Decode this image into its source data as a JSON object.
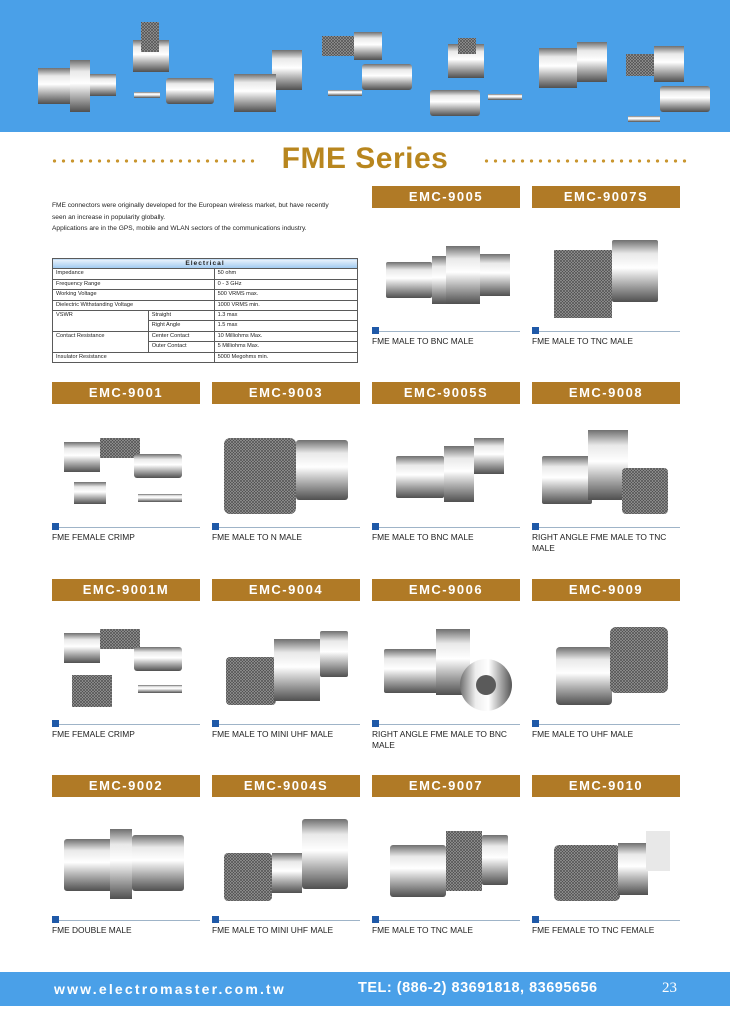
{
  "header": {
    "series_title": "FME Series"
  },
  "intro": {
    "line1": "FME connectors were originally developed for the European wireless market, but have recently",
    "line2": "seen an increase in popularity globally.",
    "line3": "Applications are in the GPS, mobile and WLAN sectors of the communications industry."
  },
  "electrical": {
    "heading": "Electrical",
    "impedance": {
      "label": "Impedance",
      "value": "50 ohm"
    },
    "frequency": {
      "label": "Frequency Range",
      "value": "0 - 3 GHz"
    },
    "voltage": {
      "label": "Working Voltage",
      "value": "500 VRMS max."
    },
    "dielectric": {
      "label": "Dielectric Withstanding Voltage",
      "value": "1000 VRMS min."
    },
    "vswr": {
      "label": "VSWR",
      "straight_label": "Straight",
      "straight_value": "1.3 max",
      "angle_label": "Right Angle",
      "angle_value": "1.5 max"
    },
    "contact": {
      "label": "Contact Resistance",
      "center_label": "Center Contact",
      "center_value": "10 Milliohms Max.",
      "outer_label": "Outer Contact",
      "outer_value": "5 Milliohms Max."
    },
    "insulator": {
      "label": "Insulator Resistance",
      "value": "5000 Megohms min."
    }
  },
  "products": [
    {
      "code": "EMC-9005",
      "desc": "FME MALE TO BNC MALE"
    },
    {
      "code": "EMC-9007S",
      "desc": "FME MALE TO TNC MALE"
    },
    {
      "code": "EMC-9001",
      "desc": "FME FEMALE CRIMP"
    },
    {
      "code": "EMC-9003",
      "desc": "FME MALE TO N MALE"
    },
    {
      "code": "EMC-9005S",
      "desc": "FME MALE TO BNC MALE"
    },
    {
      "code": "EMC-9008",
      "desc": "RIGHT ANGLE FME MALE TO TNC MALE"
    },
    {
      "code": "EMC-9001M",
      "desc": "FME FEMALE CRIMP"
    },
    {
      "code": "EMC-9004",
      "desc": "FME MALE TO MINI UHF MALE"
    },
    {
      "code": "EMC-9006",
      "desc": "RIGHT ANGLE FME MALE TO BNC MALE"
    },
    {
      "code": "EMC-9009",
      "desc": "FME MALE TO UHF MALE"
    },
    {
      "code": "EMC-9002",
      "desc": "FME DOUBLE MALE"
    },
    {
      "code": "EMC-9004S",
      "desc": "FME MALE TO MINI UHF MALE"
    },
    {
      "code": "EMC-9007",
      "desc": "FME MALE TO TNC MALE"
    },
    {
      "code": "EMC-9010",
      "desc": "FME FEMALE TO TNC FEMALE"
    }
  ],
  "footer": {
    "website": "www.electromaster.com.tw",
    "tel": "TEL: (886-2) 83691818, 83695656",
    "page_number": "23"
  },
  "colors": {
    "banner_blue": "#4aa0e8",
    "label_gold": "#b07a26",
    "title_gold": "#b8861e",
    "marker_blue": "#1f59a8"
  }
}
